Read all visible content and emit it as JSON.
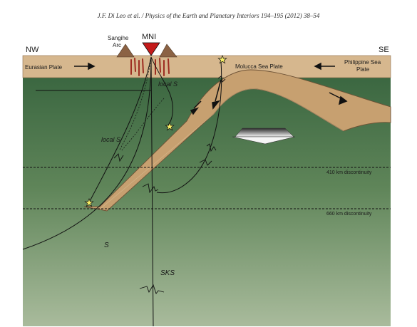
{
  "header": {
    "citation": "J.F. Di Leo et al. / Physics of the Earth and Planetary Interiors 194–195 (2012) 38–54"
  },
  "labels": {
    "nw": "NW",
    "se": "SE",
    "sangihe_line1": "Sangihe",
    "sangihe_line2": "Arc",
    "station": "MNI",
    "eurasian": "Eurasian Plate",
    "molucca": "Molucca Sea Plate",
    "philippine_line1": "Philippine Sea",
    "philippine_line2": "Plate",
    "local_s_upper": "local S",
    "local_s_lower": "local S",
    "disc_410": "410 km discontinuity",
    "disc_660": "660 km discontinuity",
    "s_phase": "S",
    "sks_phase": "SKS"
  },
  "colors": {
    "mantle_top": "#3d6a42",
    "mantle_bottom": "#a6b99a",
    "crust": "#d7b88f",
    "slab": "#c49a6c",
    "volcano": "#8b6244",
    "station": "#c41a1a",
    "melt": "#9e2e22",
    "star": "#f7ee65"
  }
}
